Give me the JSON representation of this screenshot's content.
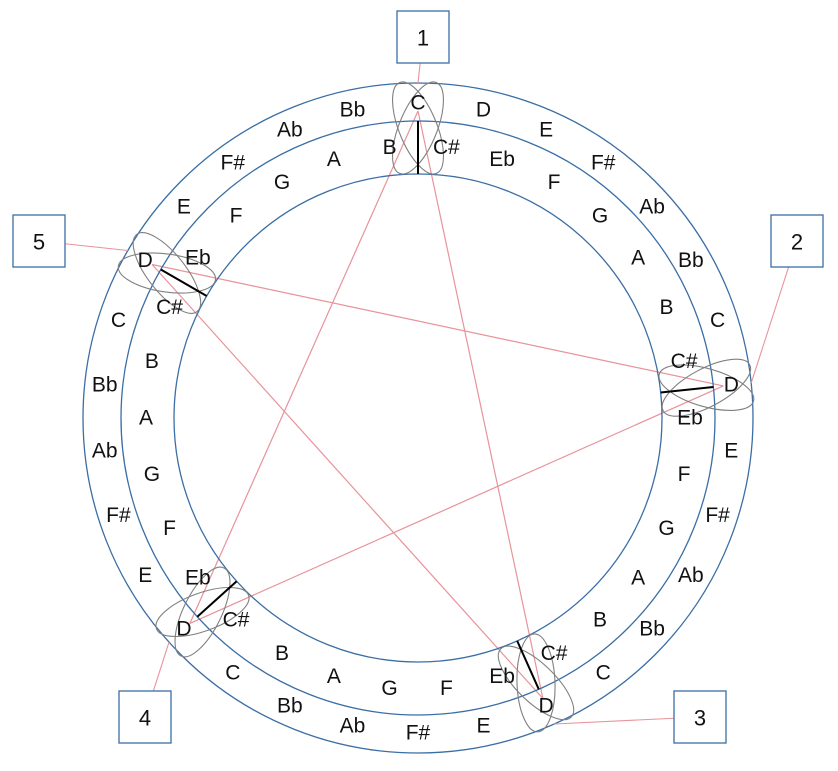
{
  "colors": {
    "ring": "#3a6ea5",
    "star": "#e8939a",
    "lens": "#808080",
    "tick": "#000000",
    "text": "#111111",
    "box": "#3a6ea5"
  },
  "boxes": [
    "1",
    "2",
    "3",
    "4",
    "5"
  ],
  "outer_ring_notes": [
    "C",
    "D",
    "E",
    "F#",
    "Ab",
    "Bb",
    "C",
    "D",
    "E",
    "F#",
    "Ab",
    "Bb",
    "C",
    "D",
    "E",
    "F#",
    "Ab",
    "Bb",
    "C",
    "D",
    "E",
    "F#",
    "Ab",
    "Bb",
    "C",
    "D",
    "E",
    "F#",
    "Ab",
    "Bb"
  ],
  "inner_ring_notes": [
    "C#",
    "Eb",
    "F",
    "G",
    "A",
    "B",
    "C#",
    "Eb",
    "F",
    "G",
    "A",
    "B",
    "C#",
    "Eb",
    "F",
    "G",
    "A",
    "B",
    "C#",
    "Eb",
    "F",
    "G",
    "A",
    "B",
    "C#",
    "Eb",
    "F",
    "G",
    "A",
    "B"
  ]
}
